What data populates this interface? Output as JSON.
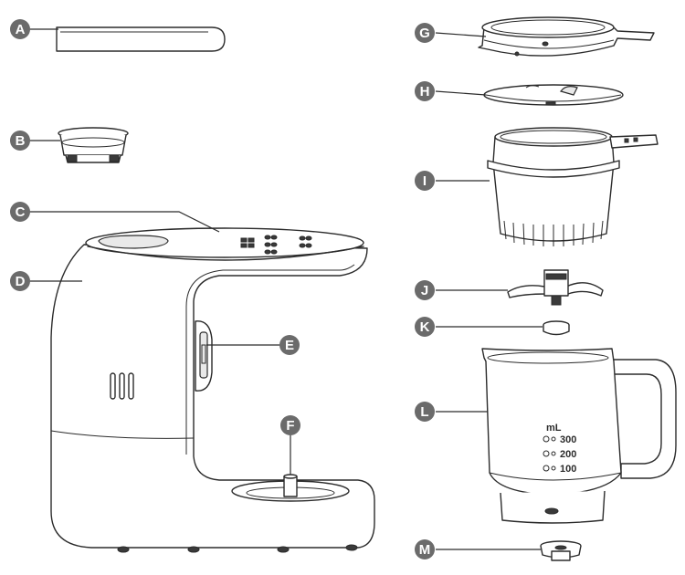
{
  "labels": {
    "a": "A",
    "b": "B",
    "c": "C",
    "d": "D",
    "e": "E",
    "f": "F",
    "g": "G",
    "h": "H",
    "i": "I",
    "j": "J",
    "k": "K",
    "l": "L",
    "m": "M"
  },
  "jug": {
    "unit": "mL",
    "marks": [
      "300",
      "200",
      "100"
    ]
  },
  "colors": {
    "badge": "#6b6b6b",
    "line": "#2b2b2b",
    "fill": "#ffffff"
  }
}
